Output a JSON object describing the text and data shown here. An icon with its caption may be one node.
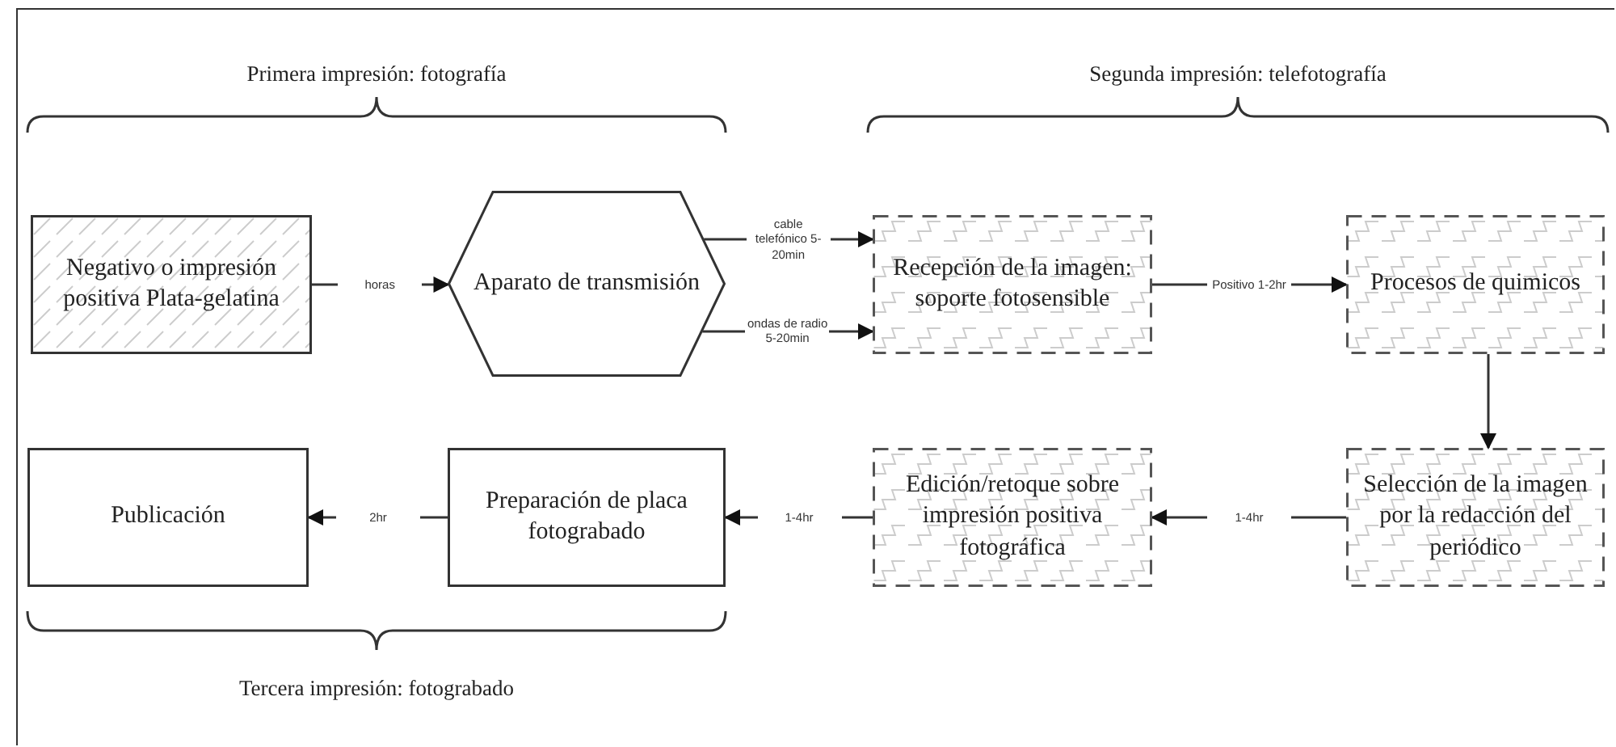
{
  "diagram": {
    "nodes": [
      {
        "text": [
          "Negativo o impresión positiva Plata-gelatina"
        ]
      },
      {
        "text": [
          "Aparato de transmisión"
        ]
      },
      {
        "text": [
          "Recepción de la imagen: soporte fotosensible"
        ]
      },
      {
        "text": [
          "Procesos de quimicos"
        ]
      },
      {
        "text": [
          "Selección de la imagen por la redacción del periódico"
        ]
      },
      {
        "text": [
          "Edición/retoque sobre impresión positiva fotográfica"
        ]
      },
      {
        "text": [
          "Preparación de placa fotograbado"
        ]
      },
      {
        "text": [
          "Publicación"
        ]
      }
    ],
    "edges": [
      {
        "from": 0,
        "to": 1,
        "arrow": "to",
        "label": "horas"
      },
      {
        "from": 1,
        "to": 2,
        "arrow": "to",
        "label": "cable telefónico 5-20min"
      },
      {
        "from": 1,
        "to": 2,
        "arrow": "to",
        "label": "ondas de radio 5-20min"
      },
      {
        "from": 2,
        "to": 3,
        "arrow": "to",
        "label": "Positivo 1-2hr"
      },
      {
        "from": 3,
        "to": 4,
        "arrow": "to"
      },
      {
        "from": 4,
        "to": 5,
        "arrow": "to",
        "label": "1-4hr"
      },
      {
        "from": 5,
        "to": 6,
        "arrow": "to",
        "label": "1-4hr"
      },
      {
        "from": 6,
        "to": 7,
        "arrow": "to",
        "label": "2hr"
      }
    ],
    "labels": [
      "Primera impresión: fotografía",
      "Segunda impresión: telefotografía",
      "Tercera impresión: fotograbado"
    ]
  }
}
